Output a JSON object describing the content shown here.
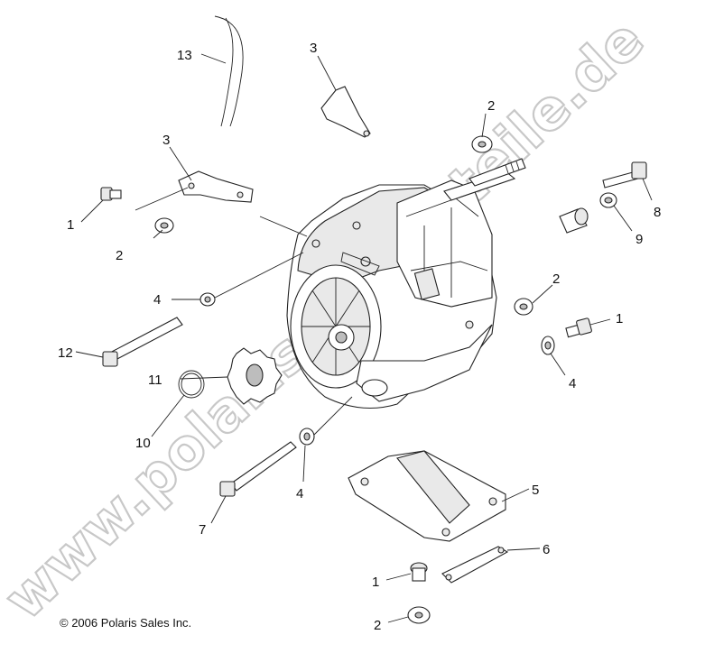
{
  "watermark": "www.polaris-ersatzteile.de",
  "copyright": "© 2006 Polaris Sales Inc.",
  "callouts": [
    "13",
    "3",
    "3",
    "2",
    "8",
    "1",
    "2",
    "9",
    "4",
    "2",
    "1",
    "12",
    "11",
    "4",
    "10",
    "4",
    "5",
    "7",
    "6",
    "1",
    "2"
  ]
}
